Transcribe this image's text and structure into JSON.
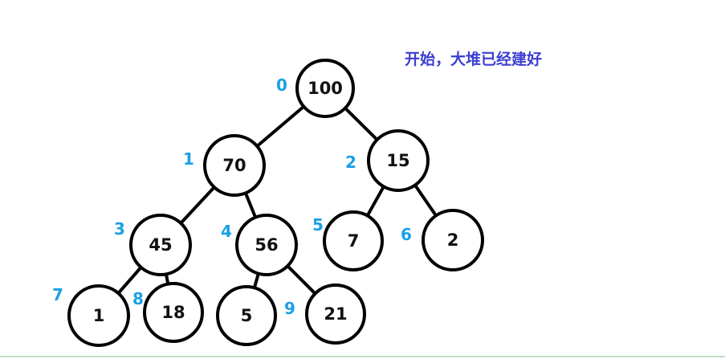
{
  "caption": "开始，大堆已经建好",
  "colors": {
    "caption": "#3b3fd1",
    "index": "#1aa0e6",
    "node_stroke": "#000000",
    "bottom_line": "#7fbf7f"
  },
  "heap": {
    "nodes": [
      {
        "index": "0",
        "value": "100"
      },
      {
        "index": "1",
        "value": "70"
      },
      {
        "index": "2",
        "value": "15"
      },
      {
        "index": "3",
        "value": "45"
      },
      {
        "index": "4",
        "value": "56"
      },
      {
        "index": "5",
        "value": "7"
      },
      {
        "index": "6",
        "value": "2"
      },
      {
        "index": "7",
        "value": "1"
      },
      {
        "index": "8",
        "value": "18"
      },
      {
        "index": "9",
        "value": "5"
      },
      {
        "index": "9",
        "value": "21"
      }
    ],
    "edges": [
      [
        0,
        1
      ],
      [
        0,
        2
      ],
      [
        1,
        3
      ],
      [
        1,
        4
      ],
      [
        2,
        5
      ],
      [
        2,
        6
      ],
      [
        3,
        7
      ],
      [
        3,
        8
      ],
      [
        4,
        9
      ],
      [
        4,
        10
      ]
    ]
  }
}
